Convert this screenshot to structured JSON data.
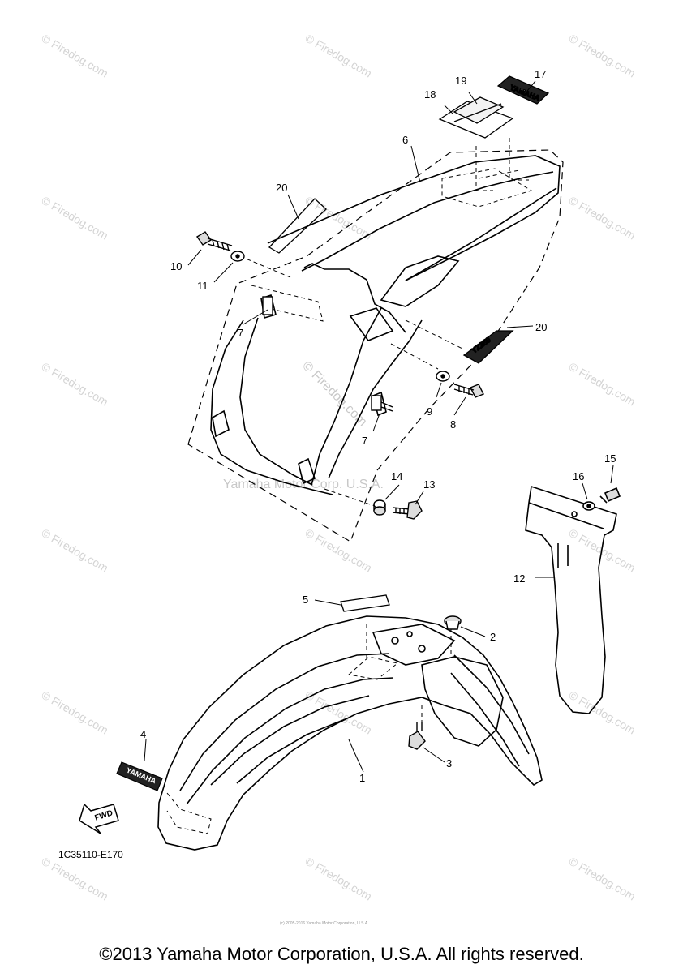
{
  "watermark": {
    "text": "© Firedog.com"
  },
  "center_watermark": {
    "firedog": "© Firedog.com",
    "yamaha": "Yamaha Motor Corp. U.S.A."
  },
  "callouts": {
    "c1": "1",
    "c2": "2",
    "c3": "3",
    "c4": "4",
    "c5": "5",
    "c6": "6",
    "c7a": "7",
    "c7b": "7",
    "c8": "8",
    "c9": "9",
    "c10": "10",
    "c11": "11",
    "c12": "12",
    "c13": "13",
    "c14": "14",
    "c15": "15",
    "c16": "16",
    "c17": "17",
    "c18": "18",
    "c19": "19",
    "c20a": "20",
    "c20b": "20"
  },
  "decals": {
    "yamaha_front": "YAMAHA",
    "yamaha_top": "YAMAHA",
    "yz_side": "YZ250"
  },
  "fwd_label": "FWD",
  "diagram_code": "1C35110-E170",
  "small_print": "(c) 2005-2016 Yamaha Motor Corporation, U.S.A.",
  "copyright": "©2013 Yamaha Motor Corporation, U.S.A. All rights reserved."
}
